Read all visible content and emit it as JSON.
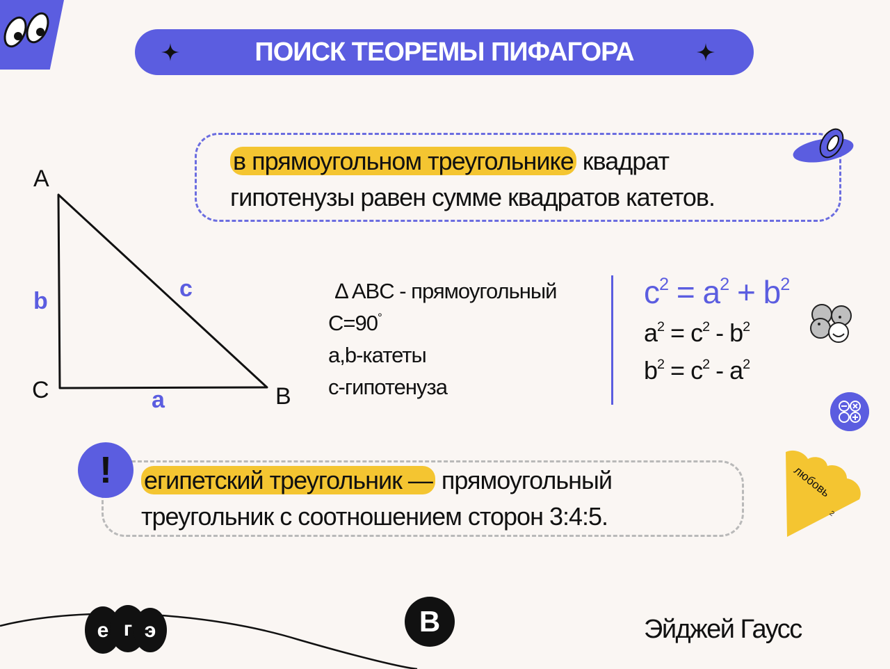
{
  "header": {
    "title": "ПОИСК ТЕОРЕМЫ ПИФАГОРА"
  },
  "statement": {
    "highlight": "в прямоугольном треугольнике",
    "rest_line1": " квадрат",
    "line2": "гипотенузы равен сумме квадратов катетов."
  },
  "triangle": {
    "vertex_a": "A",
    "vertex_b": "B",
    "vertex_c": "C",
    "side_a": "a",
    "side_b": "b",
    "side_c": "c"
  },
  "notes": {
    "line1": "∆ ABC - прямоугольный",
    "line2": "C=90",
    "line2_degree": "°",
    "line3": "a,b-катеты",
    "line4": "c-гипотенуза"
  },
  "formulas": {
    "main": {
      "lhs": "c",
      "a": "a",
      "b": "b",
      "exp": "2",
      "eq": " = ",
      "plus": " + "
    },
    "f2": {
      "lhs": "a",
      "t1": "c",
      "t2": "b",
      "exp": "2",
      "eq": " = ",
      "minus": " - "
    },
    "f3": {
      "lhs": "b",
      "t1": "c",
      "t2": "a",
      "exp": "2",
      "eq": " = ",
      "minus": " - "
    }
  },
  "egypt": {
    "highlight": "египетский треугольник —",
    "rest_line1": " прямоугольный",
    "line2": "треугольник с соотношением сторон 3:4:5.",
    "badge": "!"
  },
  "stickers": {
    "heart_text": "любовь",
    "heart_exp": "2"
  },
  "footer": {
    "ege_letters": [
      "е",
      "г",
      "э"
    ],
    "v_logo": "В",
    "author": "Эйджей Гаусс"
  },
  "colors": {
    "accent": "#5b5de0",
    "highlight": "#f4c531",
    "background": "#faf6f3"
  }
}
